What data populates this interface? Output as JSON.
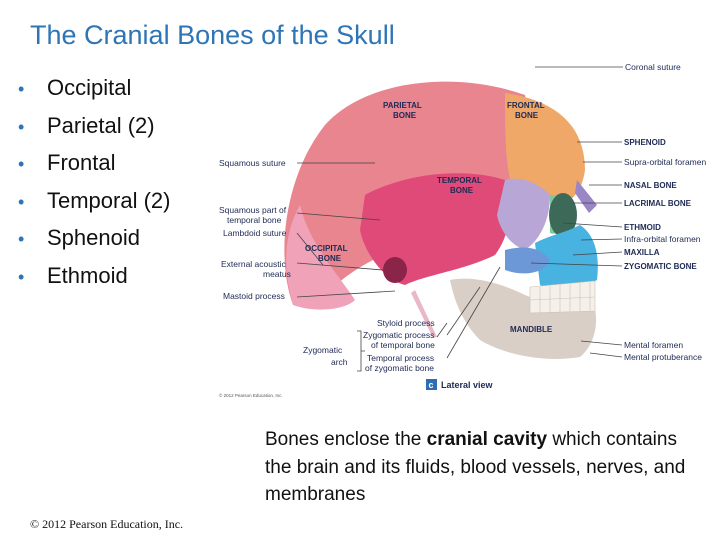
{
  "slide": {
    "title": "The Cranial Bones of the Skull",
    "bullets": [
      "Occipital",
      "Parietal (2)",
      "Frontal",
      "Temporal (2)",
      "Sphenoid",
      "Ethmoid"
    ],
    "caption": {
      "before": "Bones enclose the ",
      "emphasis": "cranial cavity",
      "after": " which contains the brain and its fluids, blood vessels, nerves, and membranes"
    },
    "copyright": "© 2012 Pearson Education, Inc."
  },
  "figure": {
    "labels_left": {
      "coronal_suture": "Coronal suture",
      "squamous_suture": "Squamous suture",
      "squamous_part_1": "Squamous part of",
      "squamous_part_2": "temporal bone",
      "lambdoid_suture": "Lambdoid suture",
      "ext_acoustic_1": "External acoustic",
      "ext_acoustic_2": "meatus",
      "mastoid_process": "Mastoid process",
      "styloid_process": "Styloid process",
      "zygomatic_process_1": "Zygomatic process",
      "zygomatic_process_2": "of temporal bone",
      "temporal_process_1": "Temporal process",
      "temporal_process_2": "of zygomatic bone",
      "zygomatic_arch_1": "Zygomatic",
      "zygomatic_arch_2": "arch"
    },
    "labels_bones": {
      "parietal_1": "PARIETAL",
      "parietal_2": "BONE",
      "frontal_1": "FRONTAL",
      "frontal_2": "BONE",
      "temporal_1": "TEMPORAL",
      "temporal_2": "BONE",
      "occipital_1": "OCCIPITAL",
      "occipital_2": "BONE",
      "mandible": "MANDIBLE"
    },
    "labels_right": {
      "sphenoid": "SPHENOID",
      "supraorbital": "Supra-orbital foramen",
      "nasal": "NASAL BONE",
      "lacrimal": "LACRIMAL BONE",
      "ethmoid": "ETHMOID",
      "infraorbital": "Infra-orbital foramen",
      "maxilla": "MAXILLA",
      "zygomatic": "ZYGOMATIC BONE",
      "mental_foramen": "Mental foramen",
      "mental_protuberance": "Mental protuberance"
    },
    "panel_letter": "c",
    "panel_title": "Lateral view",
    "fig_copyright": "© 2012 Pearson Education, Inc.",
    "colors": {
      "parietal": "#e8858f",
      "frontal": "#f0a868",
      "temporal": "#e04a78",
      "occipital": "#f0a2b8",
      "sphenoid": "#b7a6d6",
      "ethmoid": "#7fc7a0",
      "maxilla": "#48b2e0",
      "zygomatic": "#6c98d8",
      "mandible": "#d9cfc7",
      "teeth": "#f5f1ea",
      "title": "#2e75b6"
    }
  }
}
